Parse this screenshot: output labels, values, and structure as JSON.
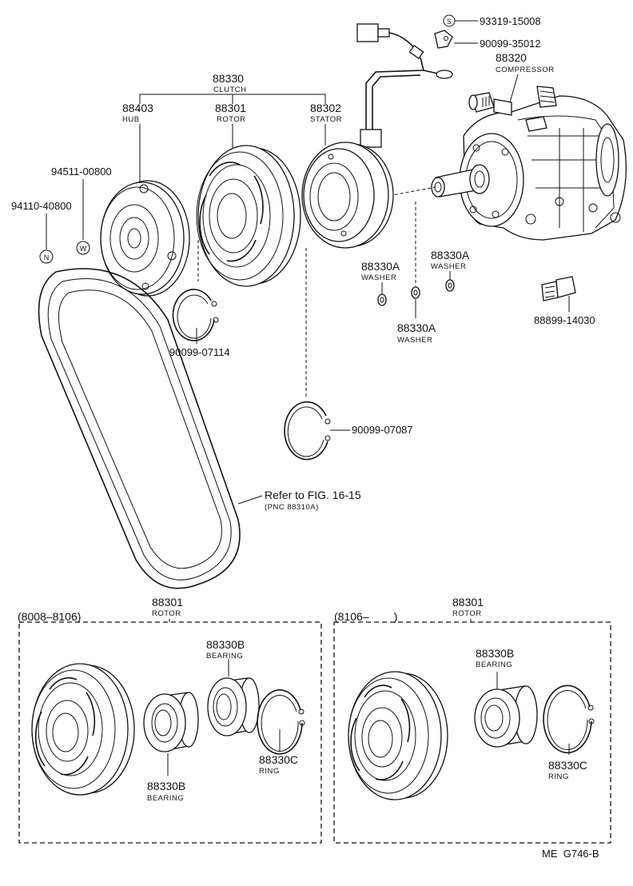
{
  "labels": {
    "p93319": "93319-15008",
    "s_symbol": "S",
    "p90099_35012": "90099-35012",
    "p88320": "88320",
    "compressor": "COMPRESSOR",
    "p88330": "88330",
    "clutch": "CLUTCH",
    "p88403": "88403",
    "hub": "HUB",
    "p88301": "88301",
    "rotor": "ROTOR",
    "p88302": "88302",
    "stator": "STATOR",
    "p94511": "94511-00800",
    "p94110": "94110-40800",
    "n_symbol": "N",
    "w_symbol": "W",
    "p88330a_1": "88330A",
    "washer_1": "WASHER",
    "p88330a_2": "88330A",
    "washer_2": "WASHER",
    "p88330a_3": "88330A",
    "washer_3": "WASHER",
    "p88899": "88899-14030",
    "p90099_07114": "90099-07114",
    "p90099_07087": "90099-07087",
    "refer": "Refer to FIG. 16-15",
    "pnc": "(PNC 88310A)",
    "left_range": "(8008–8106)",
    "left_rotor_pn": "88301",
    "left_rotor_name": "ROTOR",
    "left_bearing1_pn": "88330B",
    "left_bearing1_name": "BEARING",
    "left_bearing2_pn": "88330B",
    "left_bearing2_name": "BEARING",
    "left_ring_pn": "88330C",
    "left_ring_name": "RING",
    "right_range": "(8106–        )",
    "right_rotor_pn": "88301",
    "right_rotor_name": "ROTOR",
    "right_bearing_pn": "88330B",
    "right_bearing_name": "BEARING",
    "right_ring_pn": "88330C",
    "right_ring_name": "RING",
    "figure_code": "ME  G746-B"
  }
}
